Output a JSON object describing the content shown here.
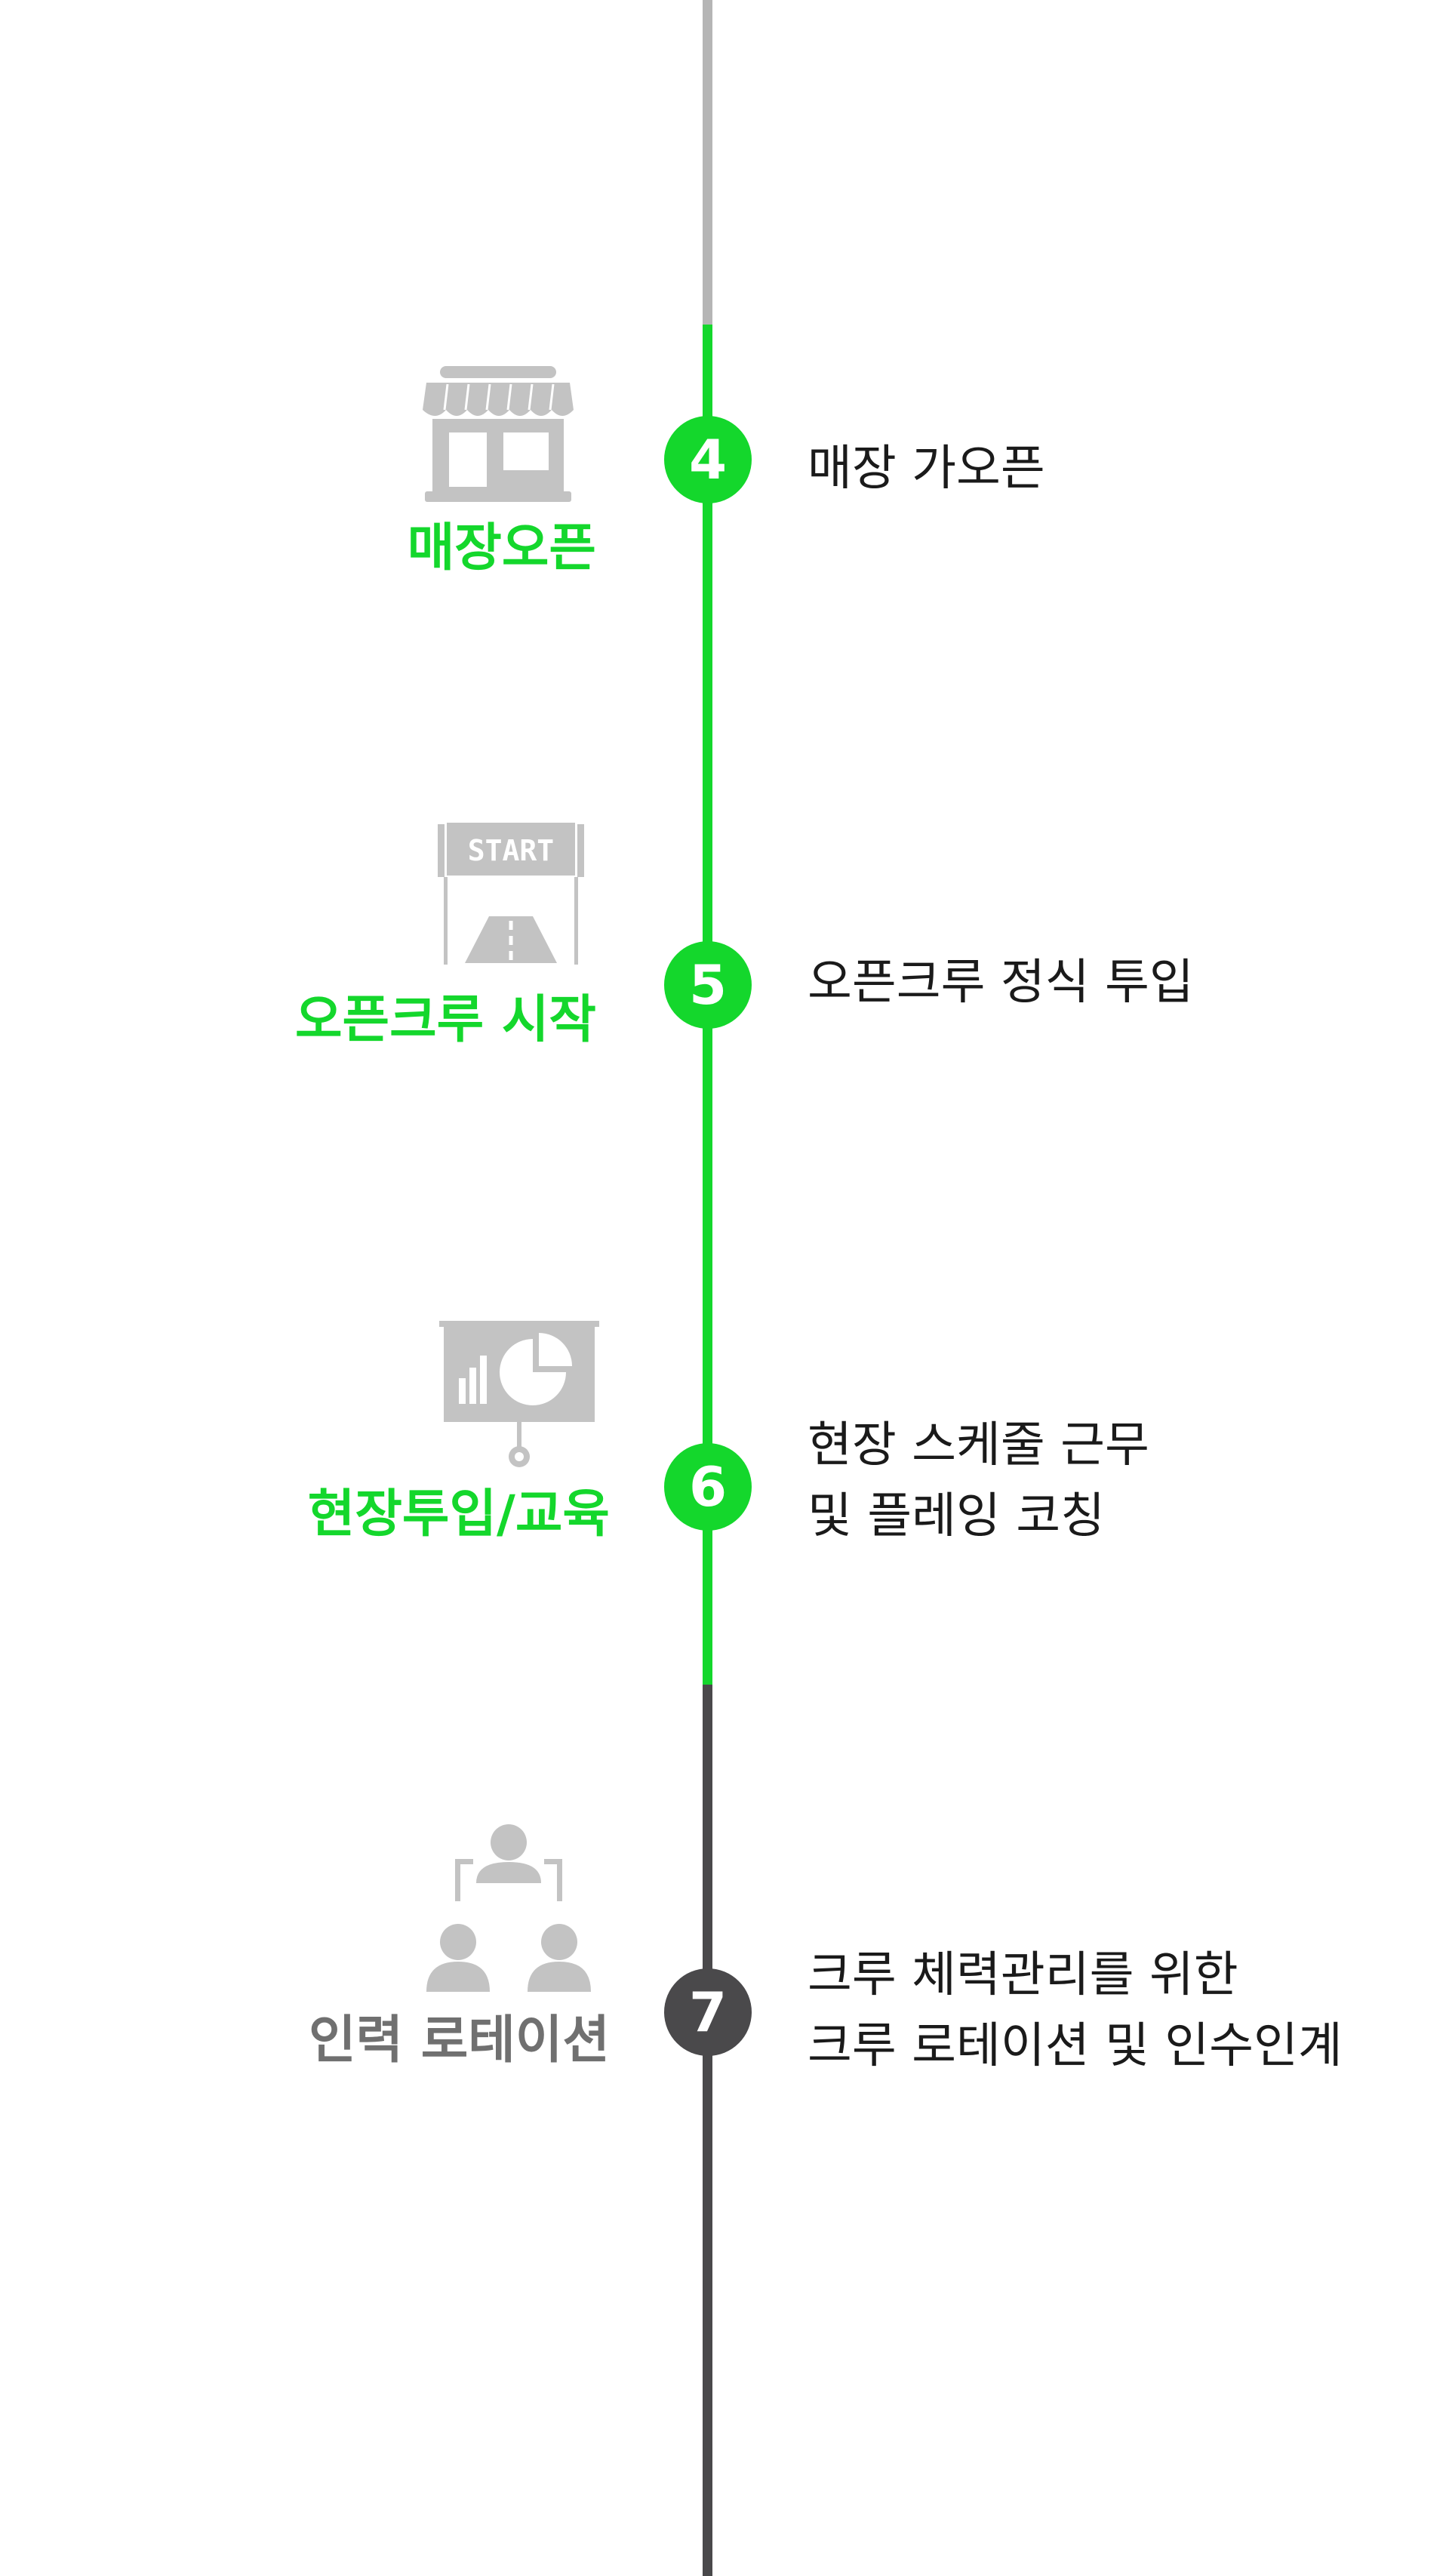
{
  "colors": {
    "accent": "#14d72c",
    "inactive_line": "#b5b5b5",
    "dark": "#4a494b",
    "icon_gray": "#c3c3c3",
    "title_gray": "#707070"
  },
  "steps": [
    {
      "number": "4",
      "title": "매장오픈",
      "icon": "storefront-icon",
      "description": [
        "매장 가오픈"
      ],
      "state": "active"
    },
    {
      "number": "5",
      "title": "오픈크루 시작",
      "icon": "start-gate-icon",
      "sign_text": "START",
      "description": [
        "오픈크루 정식 투입"
      ],
      "state": "active"
    },
    {
      "number": "6",
      "title": "현장투입/교육",
      "icon": "presentation-board-icon",
      "description": [
        "현장 스케줄 근무",
        "및 플레잉 코칭"
      ],
      "state": "active"
    },
    {
      "number": "7",
      "title": "인력 로테이션",
      "icon": "team-hierarchy-icon",
      "description": [
        "크루 체력관리를 위한",
        "크루 로테이션 및 인수인계"
      ],
      "state": "inactive"
    }
  ]
}
